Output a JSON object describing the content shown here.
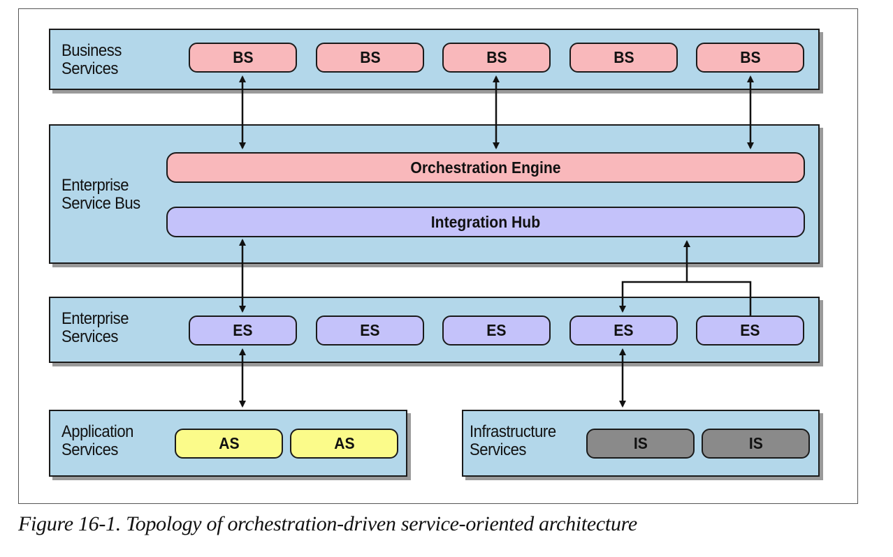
{
  "layers": {
    "business": {
      "label": "Business\nServices",
      "items": [
        "BS",
        "BS",
        "BS",
        "BS",
        "BS"
      ]
    },
    "esb": {
      "label": "Enterprise\nService Bus",
      "orchestration": "Orchestration Engine",
      "integration": "Integration Hub"
    },
    "enterprise": {
      "label": "Enterprise\nServices",
      "items": [
        "ES",
        "ES",
        "ES",
        "ES",
        "ES"
      ]
    },
    "application": {
      "label": "Application\nServices",
      "items": [
        "AS",
        "AS"
      ]
    },
    "infrastructure": {
      "label": "Infrastructure\nServices",
      "items": [
        "IS",
        "IS"
      ]
    }
  },
  "colors": {
    "layer_fill": "#b3d7ea",
    "business_service": "#f9b8bb",
    "enterprise_service": "#c4c2fa",
    "application_service": "#fbfb8a",
    "infrastructure_service": "#8a8a8a"
  },
  "caption": "Figure 16-1. Topology of orchestration-driven service-oriented architecture"
}
